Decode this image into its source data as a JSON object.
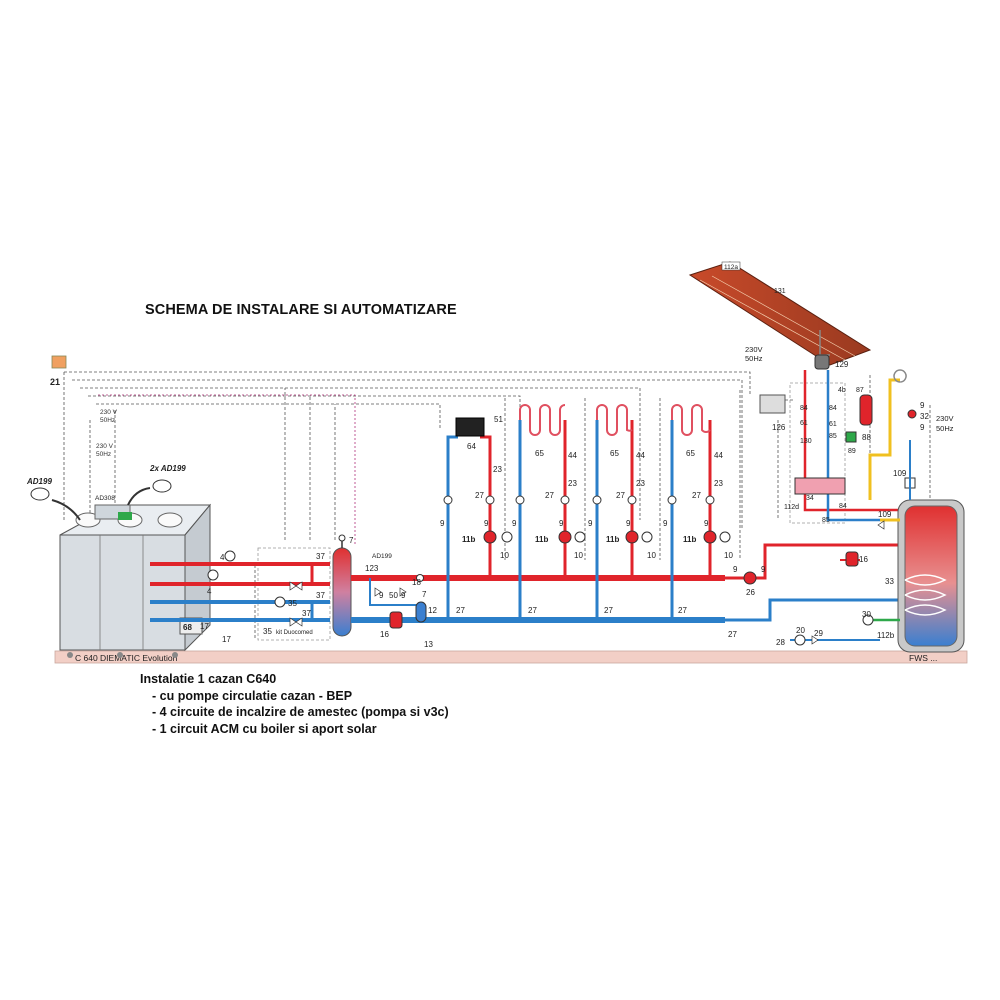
{
  "diagram": {
    "title": "SCHEMA DE INSTALARE SI AUTOMATIZARE",
    "boiler_label": "C 640 DIEMATIC Evolution",
    "tank_label": "FWS ...",
    "kit_label": "kit Duocomed",
    "ad199_top": "AD199",
    "ad199_left": "AD199",
    "ad199_mid": "2x  AD199",
    "ad308": "AD308",
    "power_a_1": "230 V",
    "power_a_2": "50Hz",
    "power_b_1": "230 V",
    "power_b_2": "50Hz",
    "power_c_1": "230V",
    "power_c_2": "50Hz",
    "power_d_1": "230V",
    "power_d_2": "50Hz",
    "colors": {
      "hot_pipe": "#e0242b",
      "cold_pipe": "#2b7fc9",
      "solar_pipe": "#f0c020",
      "glycol_pipe": "#2ea84a",
      "control_wire": "#555555",
      "floor": "#f2cfc6"
    },
    "components": {
      "c4a": "4",
      "c4b": "4",
      "c37a": "37",
      "c37b": "37",
      "c37c": "37",
      "c35a": "35",
      "c35b": "35",
      "c7a": "7",
      "c123": "123",
      "c18": "18",
      "c9a": "9",
      "c50": "50",
      "c9b": "9",
      "c16a": "16",
      "c12": "12",
      "c7b": "7",
      "c13": "13",
      "c17a": "17",
      "c17b": "17",
      "c68": "68",
      "c21": "21",
      "c64": "64",
      "c51": "51",
      "c65a": "65",
      "c65b": "65",
      "c65c": "65",
      "c44a": "44",
      "c44b": "44",
      "c44c": "44",
      "c23a": "23",
      "c23b": "23",
      "c23c": "23",
      "c23d": "23",
      "c27a": "27",
      "c27b": "27",
      "c27c": "27",
      "c27d": "27",
      "c9c": "9",
      "c9d": "9",
      "c9e": "9",
      "c9f": "9",
      "c9g": "9",
      "c9h": "9",
      "c9i": "9",
      "c9j": "9",
      "c11b_a": "11b",
      "c11b_b": "11b",
      "c11b_c": "11b",
      "c11b_d": "11b",
      "c10a": "10",
      "c10b": "10",
      "c10c": "10",
      "c10d": "10",
      "c27e": "27",
      "c27f": "27",
      "c27g": "27",
      "c27h": "27",
      "c27i": "27",
      "c9k": "9",
      "c9l": "9",
      "c26": "26",
      "c112a": "112a",
      "c131": "131",
      "c129": "129",
      "c126": "126",
      "c4b2": "4b",
      "c87": "87",
      "c84a": "84",
      "c84b": "84",
      "c61a": "61",
      "c61b": "61",
      "c85a": "85",
      "c85b": "85",
      "c130": "130",
      "c88": "88",
      "c89": "89",
      "c112d": "112d",
      "c34": "34",
      "c84c": "84",
      "c109a": "109",
      "c109b": "109",
      "c16b": "16",
      "c33": "33",
      "c30": "30",
      "c112b": "112b",
      "c20": "20",
      "c29": "29",
      "c28": "28",
      "c32": "32",
      "c9m": "9",
      "c9n": "9"
    }
  },
  "notes": {
    "heading": "Instalatie 1 cazan C640",
    "lines": [
      "- cu pompe circulatie cazan - BEP",
      "- 4 circuite de incalzire de amestec (pompa si v3c)",
      "- 1 circuit ACM cu boiler si aport solar"
    ]
  }
}
